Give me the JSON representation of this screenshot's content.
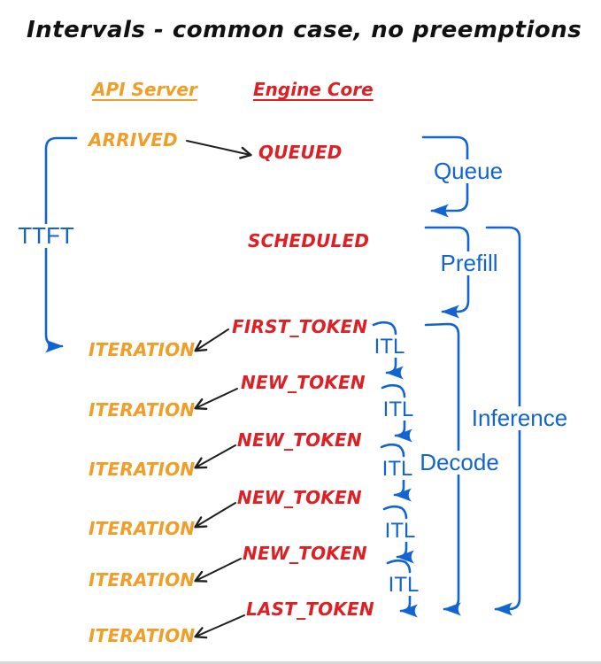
{
  "title": "Intervals - common case, no preemptions",
  "columns": {
    "api_server": "API Server",
    "engine_core": "Engine Core"
  },
  "events": {
    "arrived": "ARRIVED",
    "queued": "QUEUED",
    "scheduled": "SCHEDULED",
    "first_token": "FIRST_TOKEN",
    "new_token": "NEW_TOKEN",
    "last_token": "LAST_TOKEN",
    "iteration": "ITERATION"
  },
  "intervals": {
    "ttft": "TTFT",
    "queue": "Queue",
    "prefill": "Prefill",
    "itl": "ITL",
    "decode": "Decode",
    "inference": "Inference"
  },
  "colors": {
    "api_server": "#F09E28",
    "engine_core": "#DE2025",
    "interval": "#1164D2",
    "arrow": "#1F1F1F",
    "title": "#111111"
  }
}
